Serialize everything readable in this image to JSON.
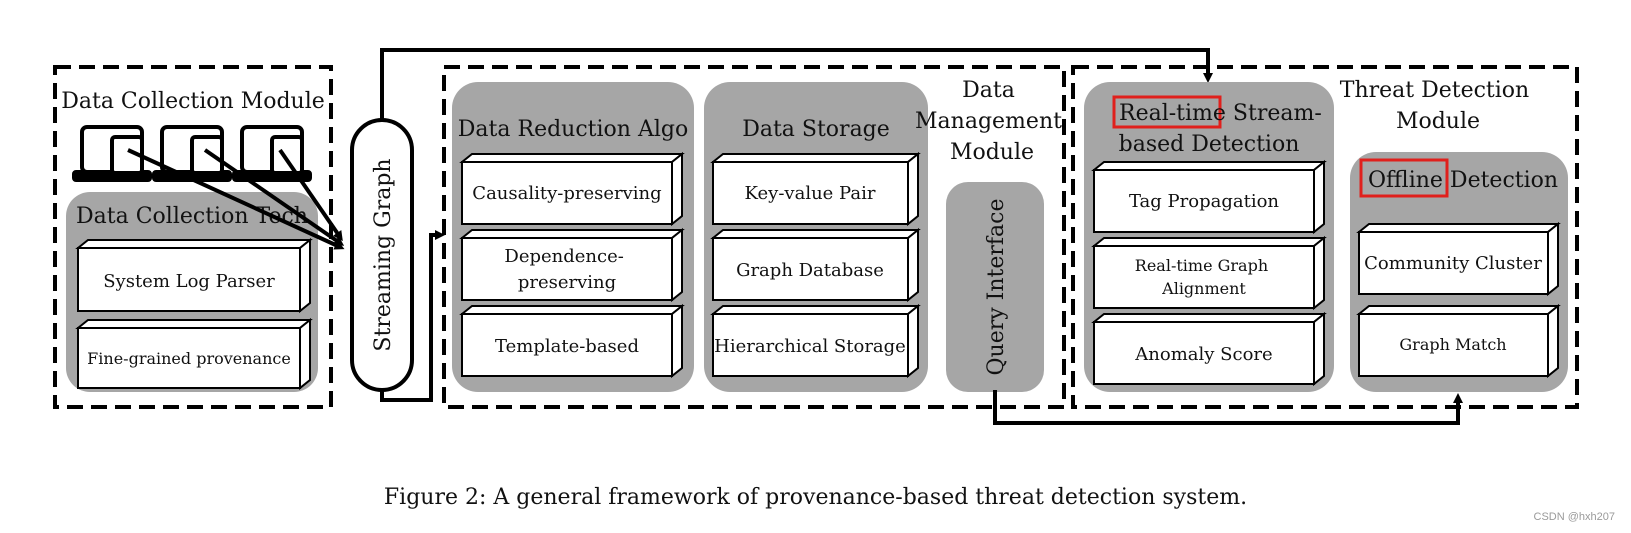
{
  "modules": {
    "collection": {
      "title": "Data Collection Module",
      "tech_title": "Data Collection Tech",
      "items": [
        "System Log Parser",
        "Fine-grained provenance"
      ]
    },
    "streaming_graph": "Streaming Graph",
    "reduction": {
      "title": "Data Reduction Algo",
      "items": [
        [
          "Causality-preserving"
        ],
        [
          "Dependence-",
          "preserving"
        ],
        [
          "Template-based"
        ]
      ]
    },
    "storage": {
      "title": "Data Storage",
      "items": [
        "Key-value Pair",
        "Graph Database",
        "Hierarchical Storage"
      ]
    },
    "management_title": [
      "Data",
      "Management",
      "Module"
    ],
    "query_interface": "Query Interface",
    "threat_title": [
      "Threat Detection",
      "Module"
    ],
    "realtime": {
      "title_highlight": "Real-time",
      "title_rest": " Stream-",
      "title_line2": "based Detection",
      "items": [
        [
          "Tag Propagation"
        ],
        [
          "Real-time Graph",
          "Alignment"
        ],
        [
          "Anomaly Score"
        ]
      ]
    },
    "offline": {
      "title_highlight": "Offline",
      "title_rest": " Detection",
      "items": [
        "Community Cluster",
        "Graph Match"
      ]
    }
  },
  "caption": "Figure 2:  A general framework of provenance-based threat detection system.",
  "watermark": "CSDN @hxh207",
  "colors": {
    "panel_gray": "#a6a6a6",
    "highlight": "#e0201c",
    "stroke": "#000000"
  }
}
